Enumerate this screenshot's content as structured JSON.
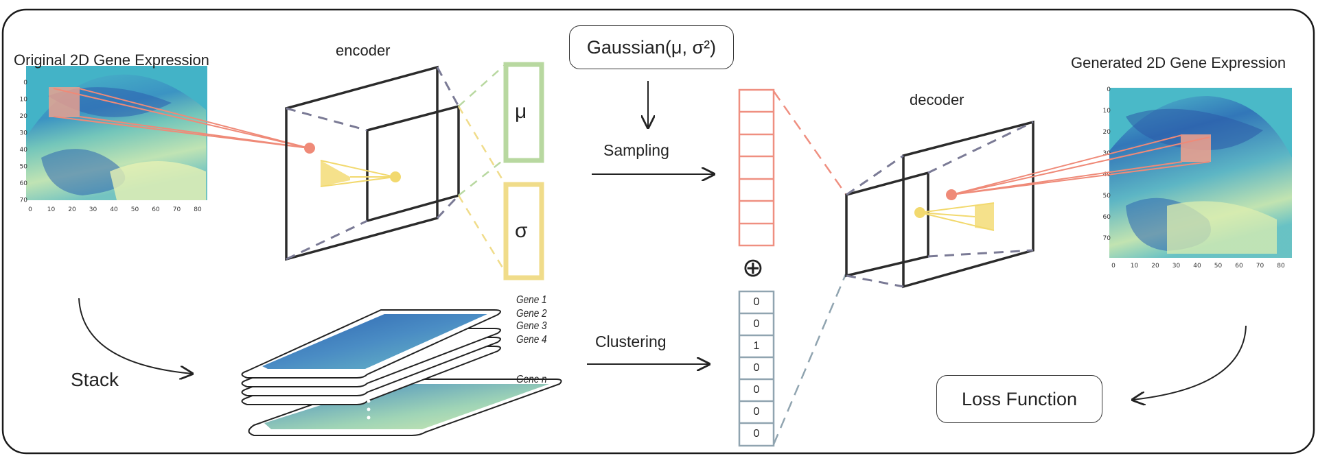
{
  "labels": {
    "original": "Original 2D Gene Expression",
    "generated": "Generated 2D Gene Expression",
    "encoder": "encoder",
    "decoder": "decoder",
    "gaussian": "Gaussian(μ, σ²)",
    "mu": "μ",
    "sigma": "σ",
    "sampling": "Sampling",
    "clustering": "Clustering",
    "stack": "Stack",
    "loss": "Loss Function",
    "oplus": "⊕"
  },
  "genes": [
    "Gene 1",
    "Gene 2",
    "Gene 3",
    "Gene 4",
    "Gene n"
  ],
  "one_hot": [
    "0",
    "0",
    "1",
    "0",
    "0",
    "0",
    "0"
  ],
  "heatmap_axes": {
    "y_ticks": [
      "0",
      "10",
      "20",
      "30",
      "40",
      "50",
      "60",
      "70"
    ],
    "x_ticks": [
      "0",
      "10",
      "20",
      "30",
      "40",
      "50",
      "60",
      "70",
      "80"
    ]
  },
  "colors": {
    "encoder_frame": "#2b2b2b",
    "dash": "#7a7a95",
    "mu_box": "#b8d8a0",
    "sigma_box": "#f0dc8a",
    "latent": "#ef8f80",
    "onehot": "#90a4b0",
    "cursor_red": "#ef8a78",
    "cursor_yellow": "#f2d96e"
  }
}
